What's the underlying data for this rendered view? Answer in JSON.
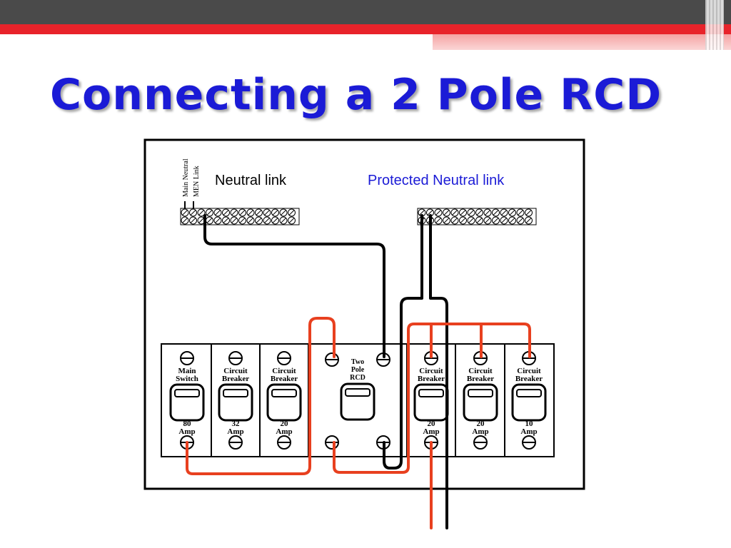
{
  "title": "Connecting a 2 Pole RCD",
  "links": {
    "neutral_label": "Neutral link",
    "protected_label": "Protected Neutral link",
    "main_neutral": "Main Neutral",
    "men_link": "MEN Link"
  },
  "rcd": {
    "line1": "Two",
    "line2": "Pole",
    "line3": "RCD"
  },
  "breakers": [
    {
      "top1": "Main",
      "top2": "Switch",
      "rating": "80",
      "unit": "Amp"
    },
    {
      "top1": "Circuit",
      "top2": "Breaker",
      "rating": "32",
      "unit": "Amp"
    },
    {
      "top1": "Circuit",
      "top2": "Breaker",
      "rating": "20",
      "unit": "Amp"
    },
    {
      "top1": "Circuit",
      "top2": "Breaker",
      "rating": "20",
      "unit": "Amp"
    },
    {
      "top1": "Circuit",
      "top2": "Breaker",
      "rating": "20",
      "unit": "Amp"
    },
    {
      "top1": "Circuit",
      "top2": "Breaker",
      "rating": "10",
      "unit": "Amp"
    }
  ],
  "colors": {
    "title": "#1b1bd6",
    "protected_label": "#1b1bd6",
    "active_wire": "#e8401f",
    "neutral_wire": "#000000",
    "header_red": "#e8232a",
    "header_gray": "#4a4a4a"
  }
}
